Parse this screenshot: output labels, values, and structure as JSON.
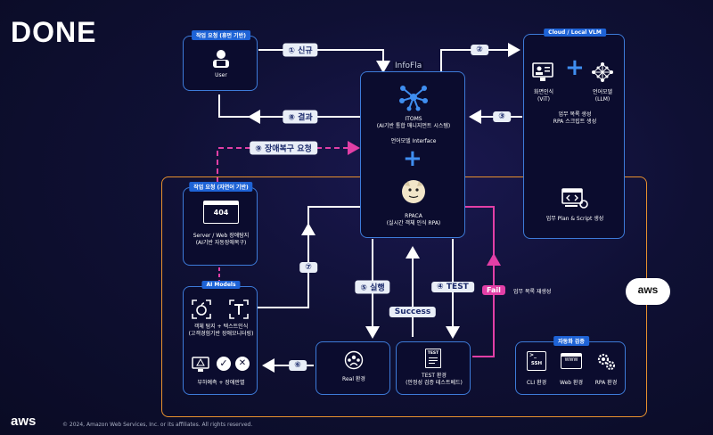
{
  "slide": {
    "title": "DONE",
    "copyright": "© 2024, Amazon Web Services, Inc. or its affiliates. All rights reserved.",
    "footer_logo": "aws",
    "cloud_badge": "aws"
  },
  "colors": {
    "primary_box": "#3d7bd9",
    "orange_frame": "#e8912e",
    "pink": "#e23fa6",
    "tag_blue": "#1e63d6"
  },
  "user": {
    "tag": "작업 요청 (휴먼 기반)",
    "label": "User"
  },
  "cloud_vlm": {
    "tag": "Cloud / Local VLM",
    "vision_label": "화면인식",
    "vision_sub": "(ViT)",
    "llm_label": "언어모델",
    "llm_sub": "(LLM)",
    "plan_line1": "업무 목록 생성",
    "plan_line2": "RPA 스크립트 생성",
    "output_label": "업무 Plan & Script 생성"
  },
  "itoms": {
    "brand": "InfoFla",
    "title": "ITOMS",
    "subtitle": "(AI기반 통합 매니지먼트 시스템)",
    "interface": "언어모델 Interface",
    "rpaca_title": "RPACA",
    "rpaca_sub": "(실시간 객체 인식 RPA)"
  },
  "server": {
    "tag": "작업 요청 (자연어 기반)",
    "code": "404",
    "label1": "Server / Web 장애탐지",
    "label2": "(AI기반 자동장애복구)"
  },
  "ai_models": {
    "tag": "AI Models",
    "line1": "객체 탐지 + 텍스트인식",
    "line2": "(고객경험기반 장애모니터링)",
    "line3": "부하예측 + 장애판별"
  },
  "real_env": {
    "label": "Real 환경"
  },
  "test_env": {
    "label1": "TEST 환경",
    "label2": "(안정성 검증 테스트베드)",
    "doc": "TEST"
  },
  "auto_verify": {
    "tag": "자동화 검증",
    "cli": "CLI 환경",
    "web": "Web 환경",
    "rpa": "RPA 환경",
    "ssh": "SSH"
  },
  "flows": {
    "step1": "① 신규",
    "step2": "②",
    "step3": "③",
    "step6": "⑥",
    "step7": "⑦",
    "step8": "⑧ 결과",
    "step9": "⑨ 장애복구 요청",
    "execute": "⑤ 실행",
    "test": "④ TEST",
    "success": "Success",
    "fail": "Fail",
    "regen": "업무 목록 재생성"
  }
}
